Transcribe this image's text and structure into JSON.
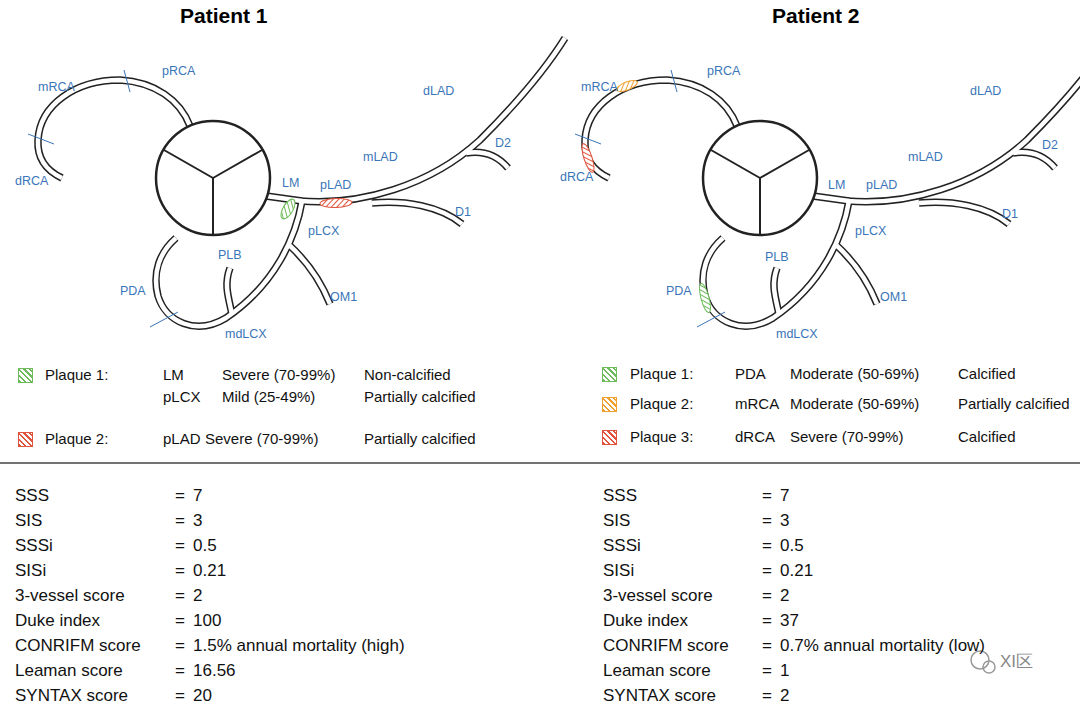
{
  "diagram": {
    "labels": [
      "Patient 1",
      "Patient 2",
      "mRCA",
      "pRCA",
      "dRCA",
      "LM",
      "pLAD",
      "mLAD",
      "dLAD",
      "D2",
      "D1",
      "pLCX",
      "PLB",
      "PDA",
      "OM1",
      "mdLCX",
      "pRCA",
      "mRCA",
      "dRCA",
      "dLAD",
      "D2",
      "mLAD",
      "LM",
      "pLAD",
      "D1",
      "pLCX",
      "PLB",
      "OM1",
      "PDA",
      "mdLCX",
      "LM",
      "Severe (70-99%)",
      "Non-calcified",
      "pLCX",
      "Mild (25-49%)",
      "Partially calcified",
      "pLAD",
      "Severe (70-99%)",
      "Partially calcified",
      "PDA",
      "Moderate (50-69%)",
      "Calcified",
      "mRCA",
      "Moderate (50-69%)",
      "Partially calcified",
      "dRCA",
      "Severe (70-99%)",
      "Calcified",
      "SSS",
      "=",
      "7",
      "SIS",
      "=",
      "3",
      "SSSi",
      "=",
      "0.5",
      "SISi",
      "=",
      "0.21",
      "3-vessel score",
      "=",
      "2",
      "Duke index",
      "=",
      "100",
      "CONRIFM score",
      "=",
      "1.5% annual mortality (high)",
      "Leaman score",
      "=",
      "16.56",
      "SYNTAX score",
      "=",
      "20",
      "SSS",
      "=",
      "7",
      "SIS",
      "=",
      "3",
      "SSSi",
      "=",
      "0.5",
      "SISi",
      "=",
      "0.21",
      "3-vessel score",
      "=",
      "2",
      "Duke index",
      "=",
      "37",
      "CONRIFM score",
      "=",
      "0.7% annual mortality (low)",
      "Leaman score",
      "=",
      "1",
      "SYNTAX score",
      "=",
      "2",
      "XI区"
    ],
    "legend": [
      {
        "text": "Plaque 1:",
        "color": "#6dbb5a"
      },
      {
        "text": "Plaque 2:",
        "color": "#e0533c"
      },
      {
        "text": "Plaque 1:",
        "color": "#6dbb5a"
      },
      {
        "text": "Plaque 2:",
        "color": "#f0a030"
      },
      {
        "text": "Plaque 3:",
        "color": "#e0533c"
      }
    ]
  }
}
